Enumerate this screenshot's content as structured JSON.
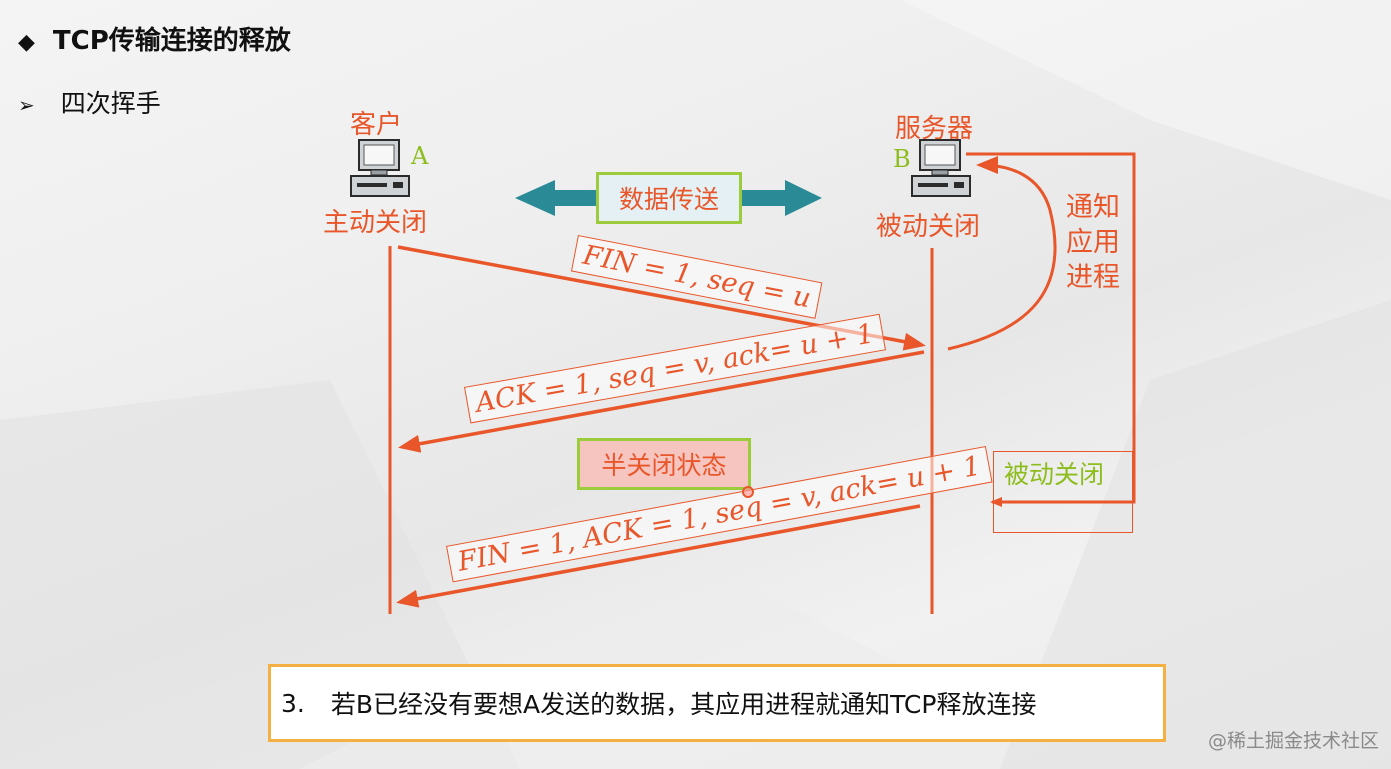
{
  "slide": {
    "title_bullet": "◆",
    "title": "TCP传输连接的释放",
    "subtitle_bullet": "➢",
    "subtitle": "四次挥手"
  },
  "client": {
    "name": "客户",
    "letter": "A",
    "role": "主动关闭"
  },
  "server": {
    "name": "服务器",
    "letter": "B",
    "role": "被动关闭"
  },
  "data_transfer_label": "数据传送",
  "half_close_label": "半关闭状态",
  "notify_app_label": [
    "通知",
    "应用",
    "进程"
  ],
  "passive_close_label": "被动关闭",
  "messages": [
    {
      "text": "FIN = 1, seq = u"
    },
    {
      "text": "ACK = 1, seq = v, ack= u + 1"
    },
    {
      "text": "FIN = 1, ACK = 1, seq = v, ack= u + 1"
    }
  ],
  "caption": {
    "number": "3.",
    "text": "若B已经没有要想A发送的数据，其应用进程就通知TCP释放连接"
  },
  "watermark": "@稀土掘金技术社区",
  "colors": {
    "accent": "#e8562a",
    "green": "#8dbd1d",
    "teal": "#2a8a96",
    "caption_border": "#f5b043"
  }
}
